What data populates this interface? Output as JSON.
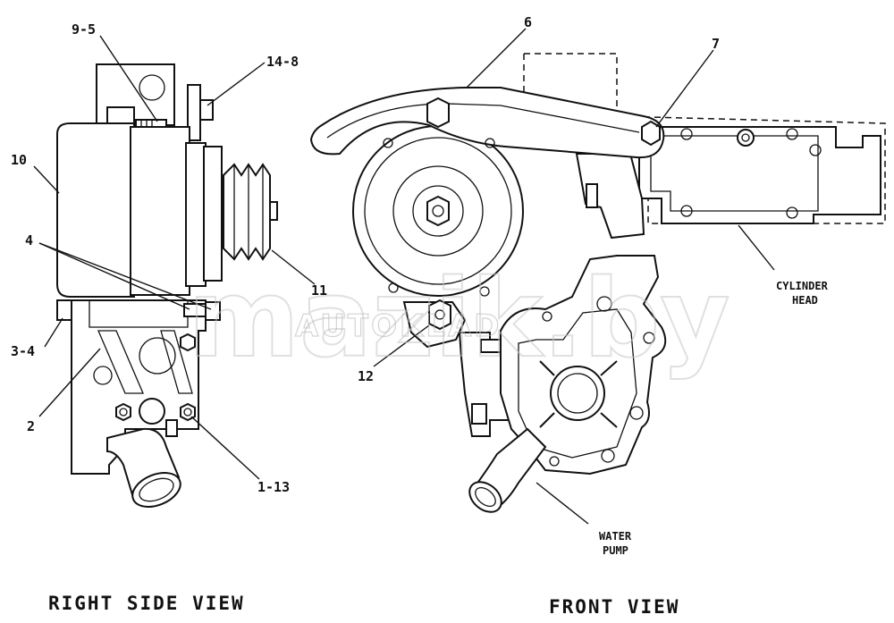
{
  "labels": {
    "l_9_5": "9-5",
    "l_14_8": "14-8",
    "l_10": "10",
    "l_4": "4",
    "l_3_4": "3-4",
    "l_2": "2",
    "l_1_13": "1-13",
    "l_11": "11",
    "l_6": "6",
    "l_7": "7",
    "l_12": "12",
    "cyl_1": "CYLINDER",
    "cyl_2": "HEAD",
    "pump_1": "WATER",
    "pump_2": "PUMP"
  },
  "views": {
    "right": "RIGHT SIDE VIEW",
    "front": "FRONT VIEW"
  },
  "watermark": {
    "main": "mazik.by",
    "small": "AUTOKLAD"
  }
}
